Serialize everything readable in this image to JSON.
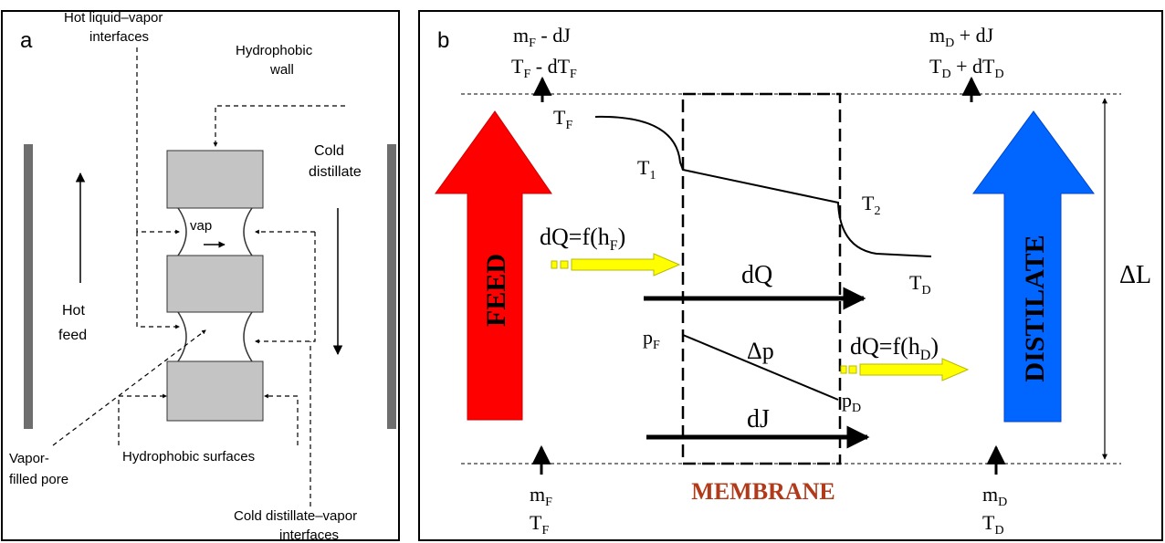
{
  "panel_a": {
    "letter": "a",
    "labels": {
      "hot_interfaces_1": "Hot liquid–vapor",
      "hot_interfaces_2": "interfaces",
      "hydrophobic_wall_1": "Hydrophobic",
      "hydrophobic_wall_2": "wall",
      "cold_distillate_1": "Cold",
      "cold_distillate_2": "distillate",
      "vap": "vap",
      "hot_feed_1": "Hot",
      "hot_feed_2": "feed",
      "vapor_pore_1": "Vapor-",
      "vapor_pore_2": "filled pore",
      "hydrophobic_surfaces": "Hydrophobic surfaces",
      "cold_interfaces_1": "Cold distillate–vapor",
      "cold_interfaces_2": "interfaces"
    },
    "colors": {
      "block": "#c4c4c4",
      "wall": "#6e6e6e"
    }
  },
  "panel_b": {
    "letter": "b",
    "top_left": {
      "line1_main": "m",
      "line1_sub": "F",
      "line1_rest": " - dJ",
      "line2_a": "T",
      "line2_a_sub": "F",
      "line2_b": " - dT",
      "line2_b_sub": "F"
    },
    "top_right": {
      "line1_main": "m",
      "line1_sub": "D",
      "line1_rest": " + dJ",
      "line2_a": "T",
      "line2_a_sub": "D",
      "line2_b": " + dT",
      "line2_b_sub": "D"
    },
    "bottom_left": {
      "m": "m",
      "m_sub": "F",
      "t": "T",
      "t_sub": "F"
    },
    "bottom_right": {
      "m": "m",
      "m_sub": "D",
      "t": "T",
      "t_sub": "D"
    },
    "temps": {
      "tf": "T",
      "tf_sub": "F",
      "t1": "T",
      "t1_sub": "1",
      "t2": "T",
      "t2_sub": "2",
      "td": "T",
      "td_sub": "D"
    },
    "pressures": {
      "pf": "p",
      "pf_sub": "F",
      "pd": "p",
      "pd_sub": "D",
      "dp": "Δp"
    },
    "heat_left": {
      "main": "dQ=f(h",
      "sub": "F",
      "close": ")"
    },
    "heat_right": {
      "main": "dQ=f(h",
      "sub": "D",
      "close": ")"
    },
    "dq": "dQ",
    "dj": "dJ",
    "feed": "FEED",
    "distillate": "DISTILATE",
    "membrane": "MEMBRANE",
    "delta_l": "ΔL",
    "colors": {
      "feed": "#ff0000",
      "distillate": "#0066ff",
      "heat_arrow": "#ffff00",
      "heat_arrow_edge": "#b8b800",
      "membrane_label": "#b03a1a"
    }
  }
}
